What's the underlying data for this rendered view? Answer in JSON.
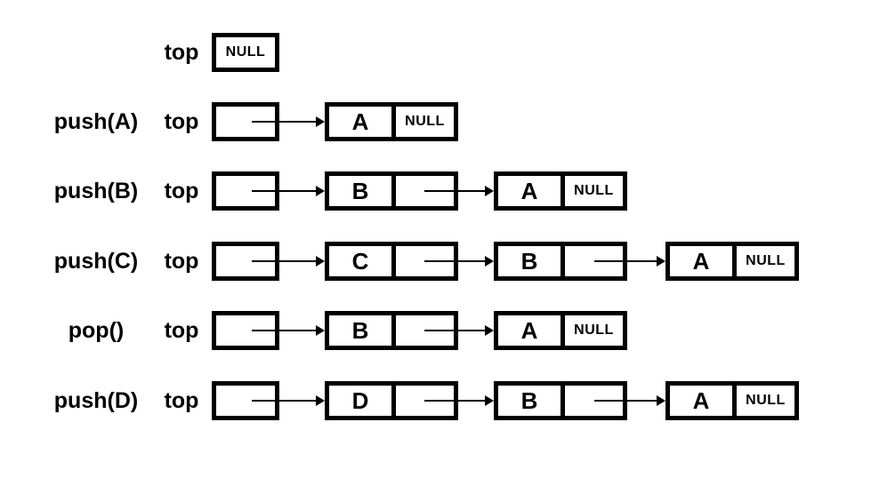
{
  "colors": {
    "ink": "#000000",
    "background": "#ffffff"
  },
  "rows": [
    {
      "op": "",
      "pointer": "top",
      "box": "NULL",
      "nodes": []
    },
    {
      "op": "push(A)",
      "pointer": "top",
      "box": "",
      "nodes": [
        {
          "value": "A",
          "next": "NULL"
        }
      ]
    },
    {
      "op": "push(B)",
      "pointer": "top",
      "box": "",
      "nodes": [
        {
          "value": "B",
          "next": ""
        },
        {
          "value": "A",
          "next": "NULL"
        }
      ]
    },
    {
      "op": "push(C)",
      "pointer": "top",
      "box": "",
      "nodes": [
        {
          "value": "C",
          "next": ""
        },
        {
          "value": "B",
          "next": ""
        },
        {
          "value": "A",
          "next": "NULL"
        }
      ]
    },
    {
      "op": "pop()",
      "pointer": "top",
      "box": "",
      "nodes": [
        {
          "value": "B",
          "next": ""
        },
        {
          "value": "A",
          "next": "NULL"
        }
      ]
    },
    {
      "op": "push(D)",
      "pointer": "top",
      "box": "",
      "nodes": [
        {
          "value": "D",
          "next": ""
        },
        {
          "value": "B",
          "next": ""
        },
        {
          "value": "A",
          "next": "NULL"
        }
      ]
    }
  ]
}
